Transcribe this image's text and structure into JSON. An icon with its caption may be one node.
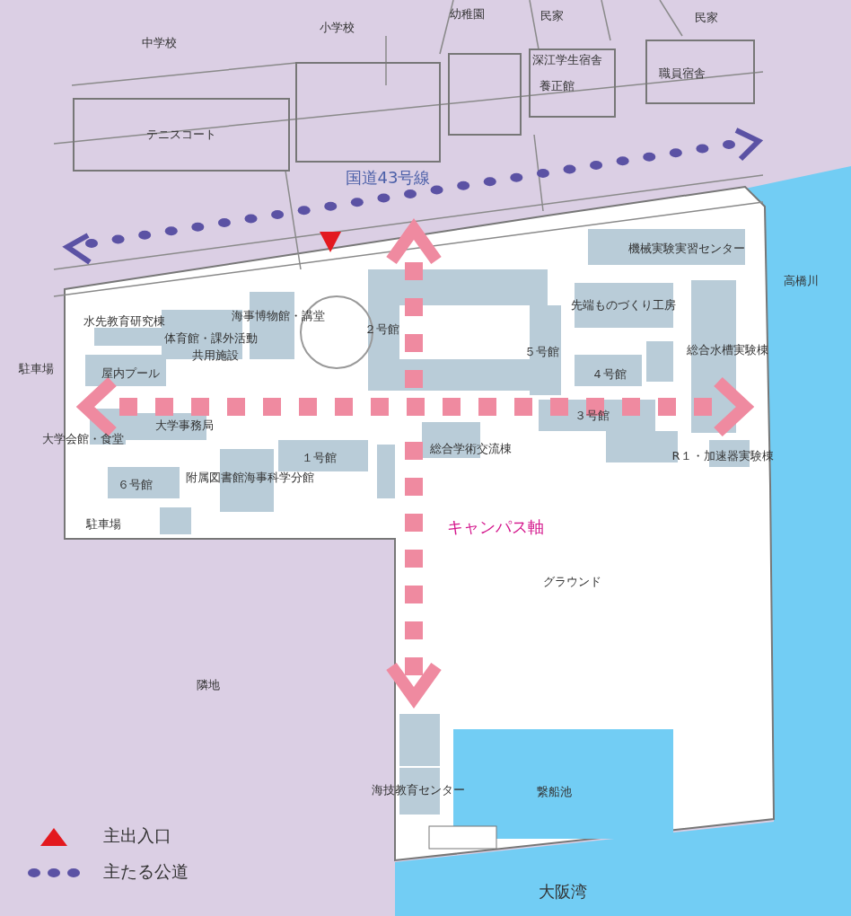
{
  "diagram": {
    "labels": [
      "幼稚園",
      "民家",
      "民家",
      "小学校",
      "中学校",
      "深江学生宿舎",
      "職員宿舎",
      "養正館",
      "テニスコート",
      "国道43号線",
      "機械実験実習センター",
      "高橋川",
      "先端ものづくり工房",
      "水先教育研究棟",
      "海事博物館・講堂",
      "体育館・課外活動",
      "２号館",
      "共用施設",
      "総合水槽実験棟",
      "５号館",
      "駐車場",
      "屋内プール",
      "４号館",
      "３号館",
      "大学事務局",
      "大学会館・食堂",
      "総合学術交流棟",
      "R１・加速器実験棟",
      "１号館",
      "６号館",
      "附属図書館海事科学分館",
      "駐車場",
      "キャンパス軸",
      "グラウンド",
      "隣地",
      "海技教育センター",
      "繋船池",
      "大阪湾"
    ],
    "legend": [
      {
        "text": "主出入口"
      },
      {
        "text": "主たる公道"
      }
    ]
  }
}
